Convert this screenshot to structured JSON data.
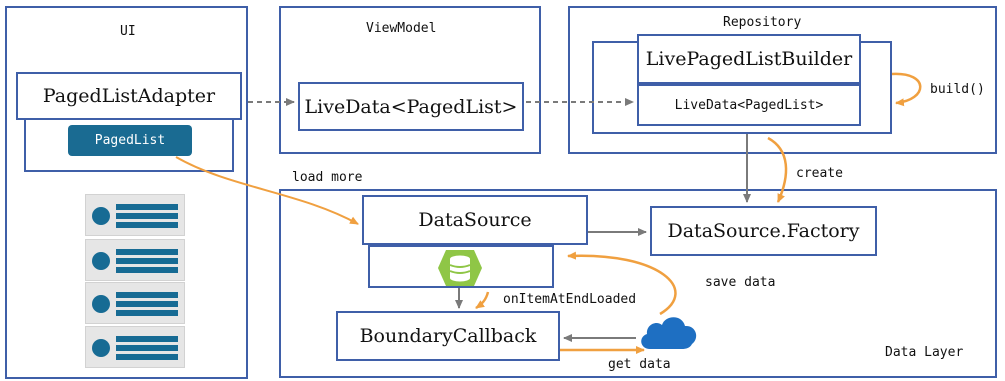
{
  "panels": {
    "ui": "UI",
    "viewmodel": "ViewModel",
    "repository": "Repository",
    "data_layer": "Data Layer"
  },
  "nodes": {
    "paged_list_adapter": "PagedListAdapter",
    "paged_list": "PagedList",
    "live_data_paged_list": "LiveData<PagedList>",
    "live_paged_list_builder": "LivePagedListBuilder",
    "live_data_paged_list_repo": "LiveData<PagedList>",
    "data_source": "DataSource",
    "data_source_factory": "DataSource.Factory",
    "boundary_callback": "BoundaryCallback"
  },
  "edge_labels": {
    "build": "build()",
    "create": "create",
    "load_more": "load more",
    "on_item_at_end_loaded": "onItemAtEndLoaded",
    "save_data": "save data",
    "get_data": "get data"
  },
  "list_item_count": 4,
  "colors": {
    "border": "#3f5fa8",
    "orange_arrow": "#f0a040",
    "gray_arrow": "#7a7a7a",
    "paged_list_fill": "#1a6b92",
    "database_green": "#8fc646",
    "cloud_blue": "#1e6fc2",
    "list_item_accent": "#176b94"
  },
  "icons": [
    "database-icon",
    "cloud-icon",
    "list-item-icon"
  ]
}
